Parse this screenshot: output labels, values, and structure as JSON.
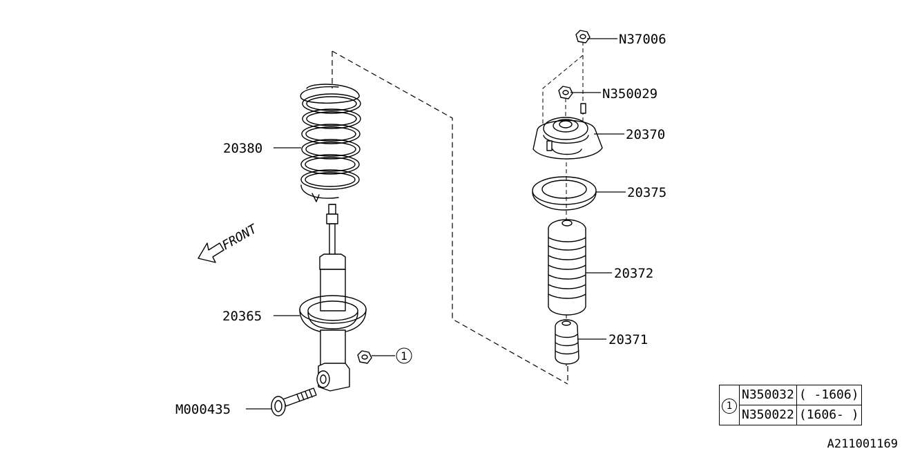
{
  "parts": {
    "coil_spring": "20380",
    "strut": "20365",
    "bolt": "M000435",
    "nut_top": "N37006",
    "nut_mount": "N350029",
    "strut_mount": "20370",
    "seat": "20375",
    "dust_boot": "20372",
    "bump_stop": "20371"
  },
  "front_label": "FRONT",
  "callout_ref": "1",
  "legend": {
    "ref": "1",
    "rows": [
      {
        "part": "N350032",
        "range": "( -1606)"
      },
      {
        "part": "N350022",
        "range": "(1606- )"
      }
    ]
  },
  "diagram_id": "A211001169"
}
